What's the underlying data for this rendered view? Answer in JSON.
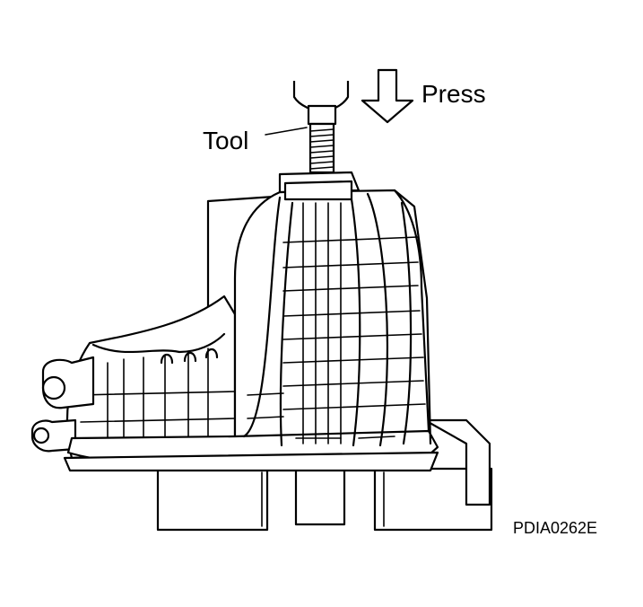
{
  "labels": {
    "press": "Press",
    "tool": "Tool"
  },
  "figure_code": "PDIA0262E",
  "icons": [
    "press-direction-arrow-icon"
  ],
  "colors": {
    "line": "#000000",
    "background": "#ffffff"
  }
}
